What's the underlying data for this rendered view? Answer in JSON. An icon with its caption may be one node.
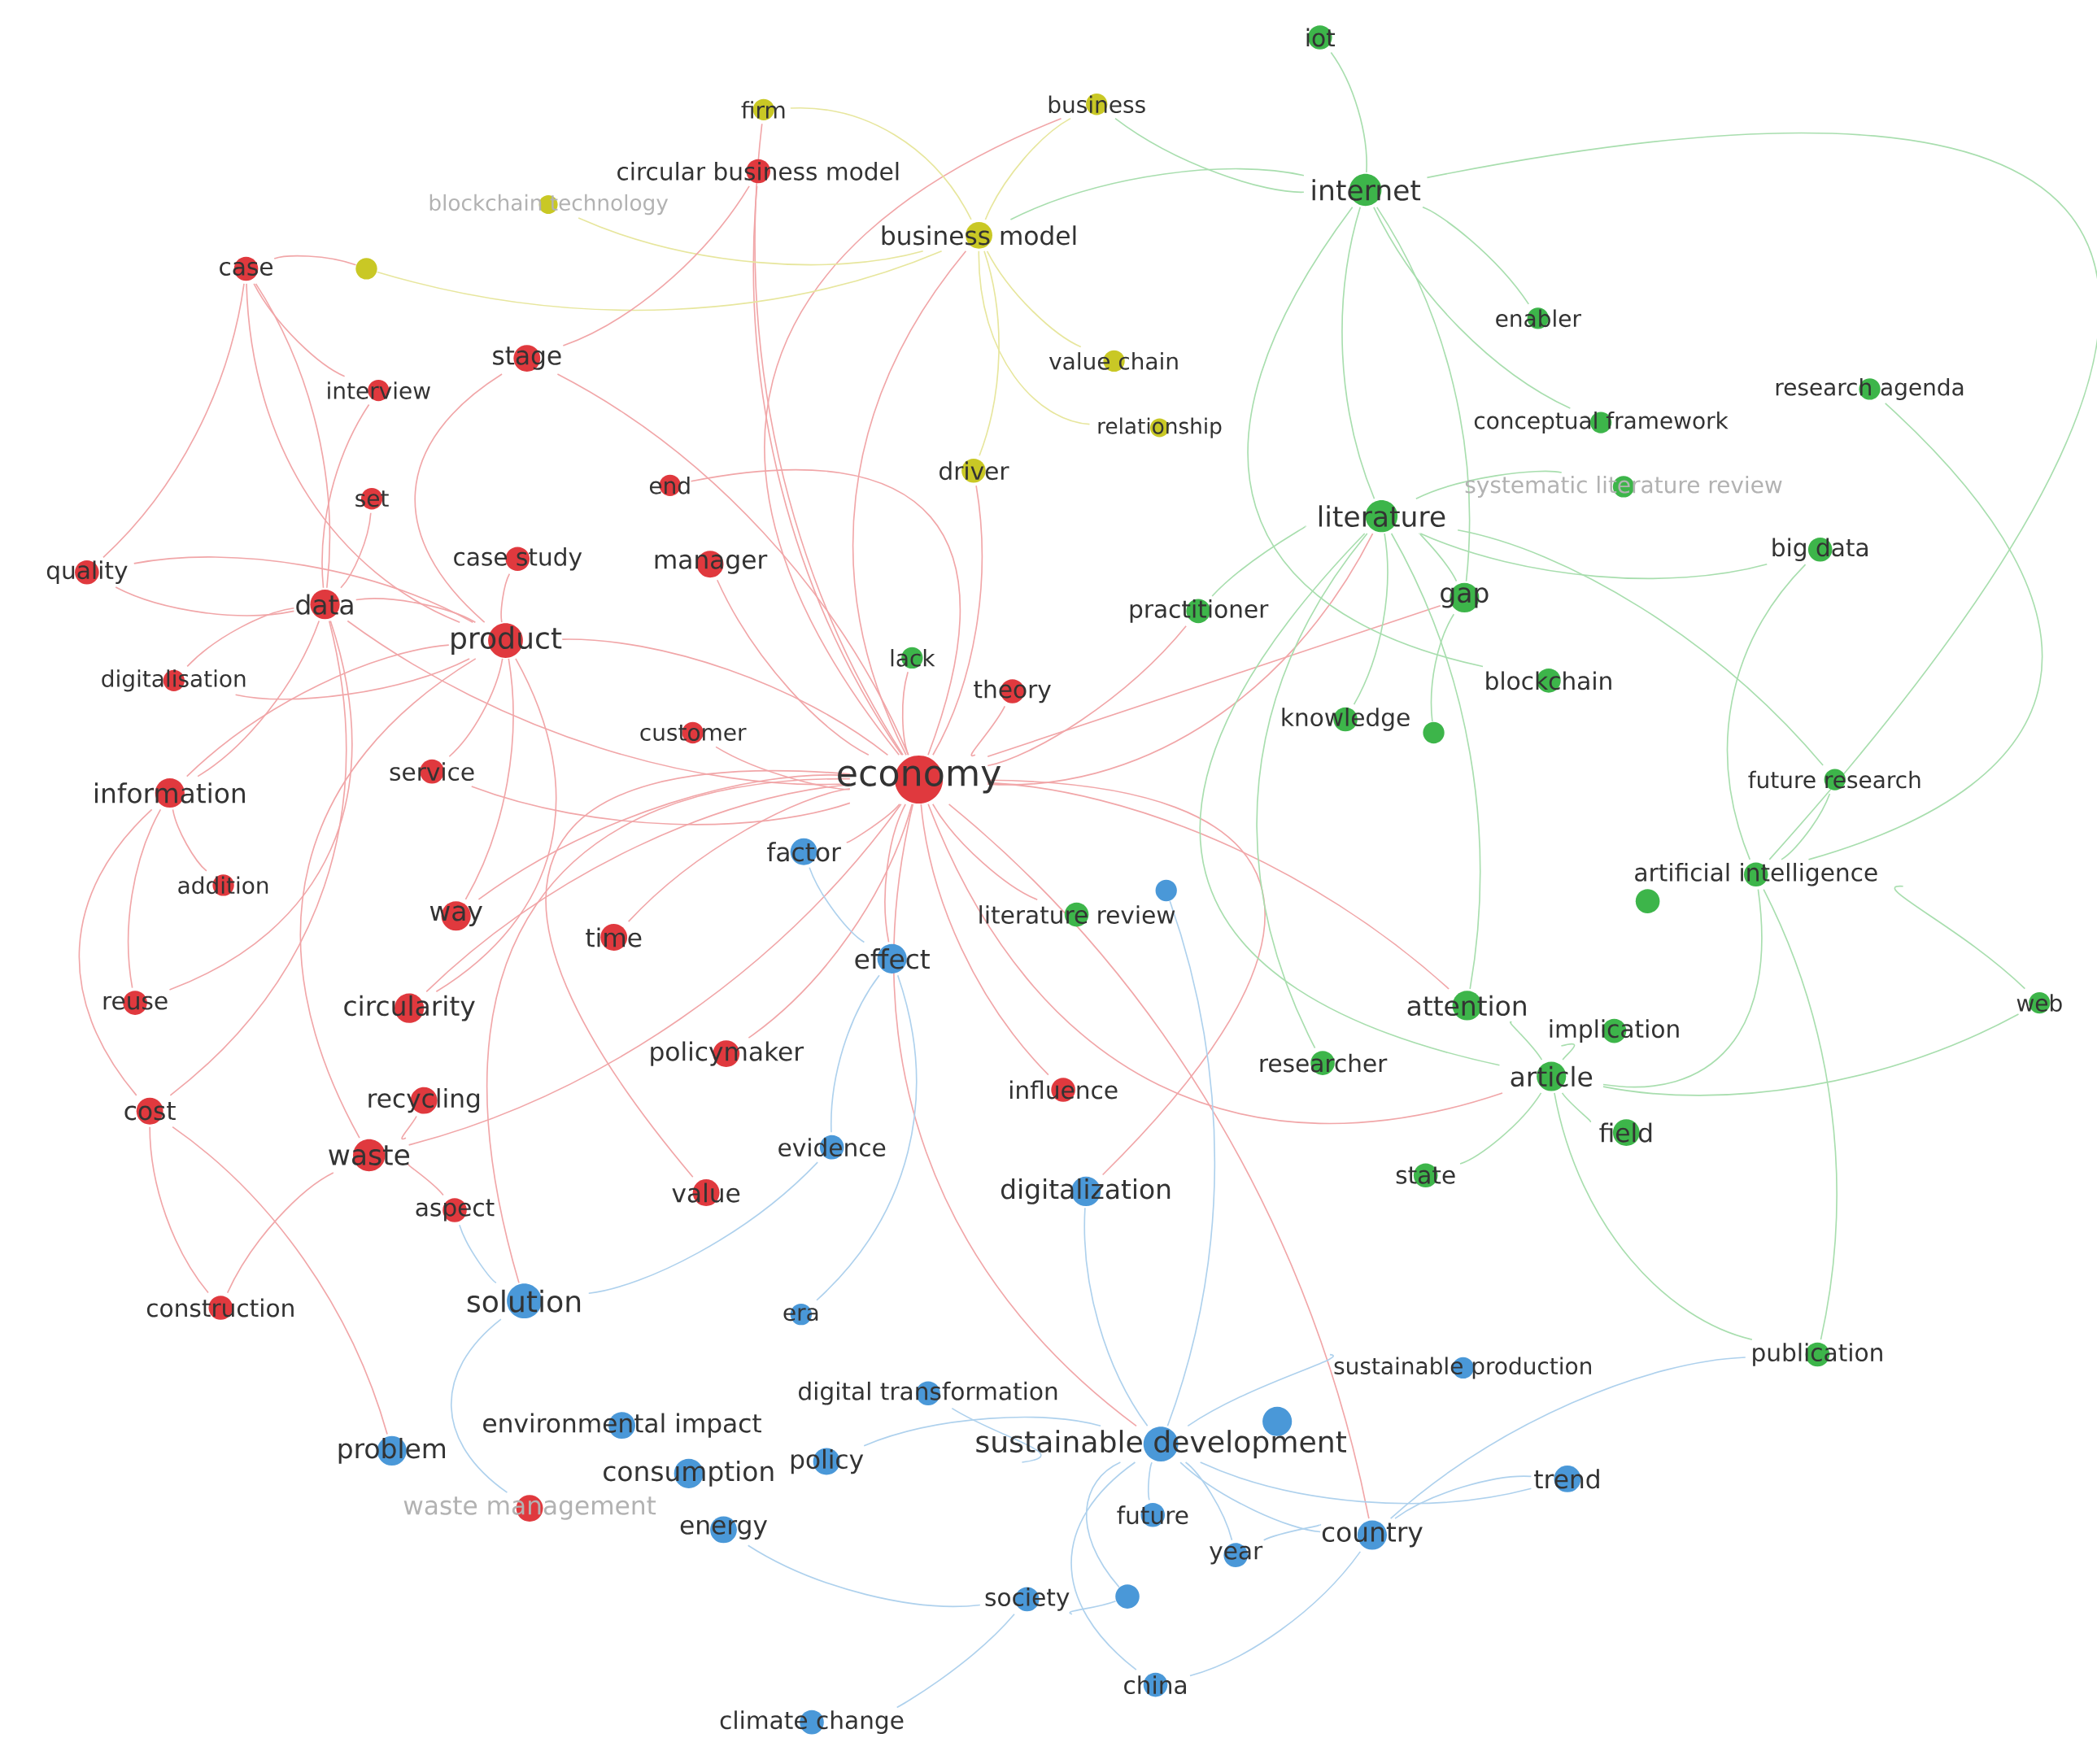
{
  "diagram": {
    "nodes": [
      {
        "text": [
          "firm"
        ]
      },
      {
        "text": [
          "business"
        ]
      },
      {
        "text": [
          "blockchain technology"
        ]
      },
      {
        "text": [],
        "shape": "circle"
      },
      {
        "text": [
          "business model"
        ]
      },
      {
        "text": [
          "value chain"
        ]
      },
      {
        "text": [
          "relationship"
        ]
      },
      {
        "text": [
          "driver"
        ]
      },
      {
        "text": [
          "circular business model"
        ]
      },
      {
        "text": [
          "case"
        ]
      },
      {
        "text": [
          "stage"
        ]
      },
      {
        "text": [
          "interview"
        ]
      },
      {
        "text": [
          "set"
        ]
      },
      {
        "text": [
          "end"
        ]
      },
      {
        "text": [
          "quality"
        ]
      },
      {
        "text": [
          "case study"
        ]
      },
      {
        "text": [
          "manager"
        ]
      },
      {
        "text": [
          "data"
        ]
      },
      {
        "text": [
          "product"
        ]
      },
      {
        "text": [
          "digitalisation"
        ]
      },
      {
        "text": [
          "theory"
        ]
      },
      {
        "text": [
          "customer"
        ]
      },
      {
        "text": [
          "economy"
        ]
      },
      {
        "text": [
          "service"
        ]
      },
      {
        "text": [
          "information"
        ]
      },
      {
        "text": [
          "addition"
        ]
      },
      {
        "text": [
          "way"
        ]
      },
      {
        "text": [
          "time"
        ]
      },
      {
        "text": [
          "reuse"
        ]
      },
      {
        "text": [
          "circularity"
        ]
      },
      {
        "text": [
          "policymaker"
        ]
      },
      {
        "text": [
          "influence"
        ]
      },
      {
        "text": [
          "recycling"
        ]
      },
      {
        "text": [
          "cost"
        ]
      },
      {
        "text": [
          "waste"
        ]
      },
      {
        "text": [
          "value"
        ]
      },
      {
        "text": [
          "aspect"
        ]
      },
      {
        "text": [
          "construction"
        ]
      },
      {
        "text": [
          "waste management"
        ]
      },
      {
        "text": [
          "iot"
        ]
      },
      {
        "text": [
          "internet"
        ]
      },
      {
        "text": [
          "enabler"
        ]
      },
      {
        "text": [
          "research agenda"
        ]
      },
      {
        "text": [
          "conceptual framework"
        ]
      },
      {
        "text": [
          "systematic literature review"
        ]
      },
      {
        "text": [
          "literature"
        ]
      },
      {
        "text": [
          "big data"
        ]
      },
      {
        "text": [
          "gap"
        ]
      },
      {
        "text": [
          "practitioner"
        ]
      },
      {
        "text": [
          "lack"
        ]
      },
      {
        "text": [
          "blockchain"
        ]
      },
      {
        "text": [
          "knowledge"
        ]
      },
      {
        "text": [],
        "shape": "circle"
      },
      {
        "text": [
          "future research"
        ]
      },
      {
        "text": [
          "artificial intelligence"
        ]
      },
      {
        "text": [],
        "shape": "circle"
      },
      {
        "text": [
          "literature review"
        ]
      },
      {
        "text": [
          "web"
        ]
      },
      {
        "text": [
          "attention"
        ]
      },
      {
        "text": [
          "implication"
        ]
      },
      {
        "text": [
          "researcher"
        ]
      },
      {
        "text": [
          "article"
        ]
      },
      {
        "text": [
          "field"
        ]
      },
      {
        "text": [
          "state"
        ]
      },
      {
        "text": [
          "publication"
        ]
      },
      {
        "text": [],
        "shape": "circle"
      },
      {
        "text": [
          "factor"
        ]
      },
      {
        "text": [
          "effect"
        ]
      },
      {
        "text": [
          "evidence"
        ]
      },
      {
        "text": [
          "digitalization"
        ]
      },
      {
        "text": [
          "solution"
        ]
      },
      {
        "text": [
          "era"
        ]
      },
      {
        "text": [
          "sustainable production"
        ]
      },
      {
        "text": [
          "digital transformation"
        ]
      },
      {
        "text": [
          "environmental impact"
        ]
      },
      {
        "text": [],
        "shape": "circle"
      },
      {
        "text": [
          "sustainable development"
        ]
      },
      {
        "text": [
          "problem"
        ]
      },
      {
        "text": [
          "consumption"
        ]
      },
      {
        "text": [
          "policy"
        ]
      },
      {
        "text": [
          "trend"
        ]
      },
      {
        "text": [
          "future"
        ]
      },
      {
        "text": [
          "energy"
        ]
      },
      {
        "text": [
          "country"
        ]
      },
      {
        "text": [
          "year"
        ]
      },
      {
        "text": [
          "society"
        ]
      },
      {
        "text": [],
        "shape": "circle"
      },
      {
        "text": [
          "china"
        ]
      },
      {
        "text": [
          "climate change"
        ]
      }
    ],
    "edges": [
      {
        "from": 22,
        "to": 0,
        "arrow": "none"
      },
      {
        "from": 22,
        "to": 1,
        "arrow": "none"
      },
      {
        "from": 22,
        "to": 4,
        "arrow": "none"
      },
      {
        "from": 22,
        "to": 7,
        "arrow": "none"
      },
      {
        "from": 22,
        "to": 8,
        "arrow": "none"
      },
      {
        "from": 22,
        "to": 10,
        "arrow": "none"
      },
      {
        "from": 22,
        "to": 13,
        "arrow": "none"
      },
      {
        "from": 22,
        "to": 16,
        "arrow": "none"
      },
      {
        "from": 22,
        "to": 18,
        "arrow": "none"
      },
      {
        "from": 22,
        "to": 17,
        "arrow": "none"
      },
      {
        "from": 22,
        "to": 20,
        "arrow": "none"
      },
      {
        "from": 22,
        "to": 21,
        "arrow": "none"
      },
      {
        "from": 22,
        "to": 23,
        "arrow": "none"
      },
      {
        "from": 22,
        "to": 26,
        "arrow": "none"
      },
      {
        "from": 22,
        "to": 27,
        "arrow": "none"
      },
      {
        "from": 22,
        "to": 29,
        "arrow": "none"
      },
      {
        "from": 22,
        "to": 30,
        "arrow": "none"
      },
      {
        "from": 22,
        "to": 31,
        "arrow": "none"
      },
      {
        "from": 22,
        "to": 34,
        "arrow": "none"
      },
      {
        "from": 22,
        "to": 35,
        "arrow": "none"
      },
      {
        "from": 22,
        "to": 45,
        "arrow": "none"
      },
      {
        "from": 22,
        "to": 47,
        "arrow": "none"
      },
      {
        "from": 22,
        "to": 48,
        "arrow": "none"
      },
      {
        "from": 22,
        "to": 49,
        "arrow": "none"
      },
      {
        "from": 22,
        "to": 56,
        "arrow": "none"
      },
      {
        "from": 22,
        "to": 58,
        "arrow": "none"
      },
      {
        "from": 22,
        "to": 61,
        "arrow": "none"
      },
      {
        "from": 22,
        "to": 66,
        "arrow": "none"
      },
      {
        "from": 22,
        "to": 67,
        "arrow": "none"
      },
      {
        "from": 22,
        "to": 69,
        "arrow": "none"
      },
      {
        "from": 22,
        "to": 70,
        "arrow": "none"
      },
      {
        "from": 22,
        "to": 76,
        "arrow": "none"
      },
      {
        "from": 22,
        "to": 83,
        "arrow": "none"
      },
      {
        "from": 18,
        "to": 9,
        "arrow": "none"
      },
      {
        "from": 18,
        "to": 10,
        "arrow": "none"
      },
      {
        "from": 18,
        "to": 15,
        "arrow": "none"
      },
      {
        "from": 18,
        "to": 17,
        "arrow": "none"
      },
      {
        "from": 18,
        "to": 23,
        "arrow": "none"
      },
      {
        "from": 18,
        "to": 24,
        "arrow": "none"
      },
      {
        "from": 18,
        "to": 26,
        "arrow": "none"
      },
      {
        "from": 18,
        "to": 29,
        "arrow": "none"
      },
      {
        "from": 18,
        "to": 34,
        "arrow": "none"
      },
      {
        "from": 18,
        "to": 14,
        "arrow": "none"
      },
      {
        "from": 18,
        "to": 19,
        "arrow": "none"
      },
      {
        "from": 17,
        "to": 9,
        "arrow": "none"
      },
      {
        "from": 17,
        "to": 11,
        "arrow": "none"
      },
      {
        "from": 17,
        "to": 12,
        "arrow": "none"
      },
      {
        "from": 17,
        "to": 14,
        "arrow": "none"
      },
      {
        "from": 17,
        "to": 19,
        "arrow": "none"
      },
      {
        "from": 17,
        "to": 24,
        "arrow": "none"
      },
      {
        "from": 17,
        "to": 28,
        "arrow": "none"
      },
      {
        "from": 17,
        "to": 33,
        "arrow": "none"
      },
      {
        "from": 40,
        "to": 39,
        "arrow": "none"
      },
      {
        "from": 40,
        "to": 41,
        "arrow": "none"
      },
      {
        "from": 40,
        "to": 45,
        "arrow": "none"
      },
      {
        "from": 40,
        "to": 47,
        "arrow": "none"
      },
      {
        "from": 40,
        "to": 50,
        "arrow": "none"
      },
      {
        "from": 40,
        "to": 54,
        "arrow": "none"
      },
      {
        "from": 40,
        "to": 43,
        "arrow": "none"
      },
      {
        "from": 40,
        "to": 1,
        "arrow": "none"
      },
      {
        "from": 40,
        "to": 4,
        "arrow": "none"
      },
      {
        "from": 45,
        "to": 44,
        "arrow": "none"
      },
      {
        "from": 45,
        "to": 46,
        "arrow": "none"
      },
      {
        "from": 45,
        "to": 47,
        "arrow": "none"
      },
      {
        "from": 45,
        "to": 48,
        "arrow": "none"
      },
      {
        "from": 45,
        "to": 51,
        "arrow": "none"
      },
      {
        "from": 45,
        "to": 53,
        "arrow": "none"
      },
      {
        "from": 45,
        "to": 58,
        "arrow": "none"
      },
      {
        "from": 45,
        "to": 61,
        "arrow": "none"
      },
      {
        "from": 45,
        "to": 60,
        "arrow": "none"
      },
      {
        "from": 54,
        "to": 42,
        "arrow": "none"
      },
      {
        "from": 54,
        "to": 46,
        "arrow": "none"
      },
      {
        "from": 54,
        "to": 53,
        "arrow": "none"
      },
      {
        "from": 54,
        "to": 57,
        "arrow": "none"
      },
      {
        "from": 54,
        "to": 61,
        "arrow": "none"
      },
      {
        "from": 54,
        "to": 64,
        "arrow": "none"
      },
      {
        "from": 61,
        "to": 58,
        "arrow": "none"
      },
      {
        "from": 61,
        "to": 59,
        "arrow": "none"
      },
      {
        "from": 61,
        "to": 62,
        "arrow": "none"
      },
      {
        "from": 61,
        "to": 63,
        "arrow": "none"
      },
      {
        "from": 61,
        "to": 64,
        "arrow": "none"
      },
      {
        "from": 61,
        "to": 57,
        "arrow": "none"
      },
      {
        "from": 47,
        "to": 52,
        "arrow": "none"
      },
      {
        "from": 76,
        "to": 69,
        "arrow": "none"
      },
      {
        "from": 76,
        "to": 72,
        "arrow": "none"
      },
      {
        "from": 76,
        "to": 80,
        "arrow": "none"
      },
      {
        "from": 76,
        "to": 83,
        "arrow": "none"
      },
      {
        "from": 76,
        "to": 84,
        "arrow": "none"
      },
      {
        "from": 76,
        "to": 81,
        "arrow": "none"
      },
      {
        "from": 76,
        "to": 86,
        "arrow": "none"
      },
      {
        "from": 76,
        "to": 87,
        "arrow": "none"
      },
      {
        "from": 76,
        "to": 73,
        "arrow": "none"
      },
      {
        "from": 76,
        "to": 79,
        "arrow": "none"
      },
      {
        "from": 76,
        "to": 65,
        "arrow": "none"
      },
      {
        "from": 70,
        "to": 38,
        "arrow": "none"
      },
      {
        "from": 70,
        "to": 36,
        "arrow": "none"
      },
      {
        "from": 70,
        "to": 68,
        "arrow": "none"
      },
      {
        "from": 83,
        "to": 80,
        "arrow": "none"
      },
      {
        "from": 83,
        "to": 84,
        "arrow": "none"
      },
      {
        "from": 83,
        "to": 87,
        "arrow": "none"
      },
      {
        "from": 83,
        "to": 64,
        "arrow": "none"
      },
      {
        "from": 85,
        "to": 88,
        "arrow": "none"
      },
      {
        "from": 85,
        "to": 86,
        "arrow": "none"
      },
      {
        "from": 85,
        "to": 82,
        "arrow": "none"
      },
      {
        "from": 4,
        "to": 0,
        "arrow": "none"
      },
      {
        "from": 4,
        "to": 1,
        "arrow": "none"
      },
      {
        "from": 4,
        "to": 5,
        "arrow": "none"
      },
      {
        "from": 4,
        "to": 7,
        "arrow": "none"
      },
      {
        "from": 4,
        "to": 2,
        "arrow": "none"
      },
      {
        "from": 4,
        "to": 3,
        "arrow": "none"
      },
      {
        "from": 4,
        "to": 6,
        "arrow": "none"
      },
      {
        "from": 9,
        "to": 3,
        "arrow": "none"
      },
      {
        "from": 9,
        "to": 11,
        "arrow": "none"
      },
      {
        "from": 9,
        "to": 14,
        "arrow": "none"
      },
      {
        "from": 8,
        "to": 10,
        "arrow": "none"
      },
      {
        "from": 24,
        "to": 28,
        "arrow": "none"
      },
      {
        "from": 24,
        "to": 25,
        "arrow": "none"
      },
      {
        "from": 24,
        "to": 33,
        "arrow": "none"
      },
      {
        "from": 33,
        "to": 37,
        "arrow": "none"
      },
      {
        "from": 33,
        "to": 77,
        "arrow": "none"
      },
      {
        "from": 34,
        "to": 32,
        "arrow": "none"
      },
      {
        "from": 34,
        "to": 36,
        "arrow": "none"
      },
      {
        "from": 34,
        "to": 37,
        "arrow": "none"
      },
      {
        "from": 67,
        "to": 66,
        "arrow": "none"
      },
      {
        "from": 67,
        "to": 68,
        "arrow": "none"
      },
      {
        "from": 67,
        "to": 71,
        "arrow": "none"
      }
    ]
  }
}
